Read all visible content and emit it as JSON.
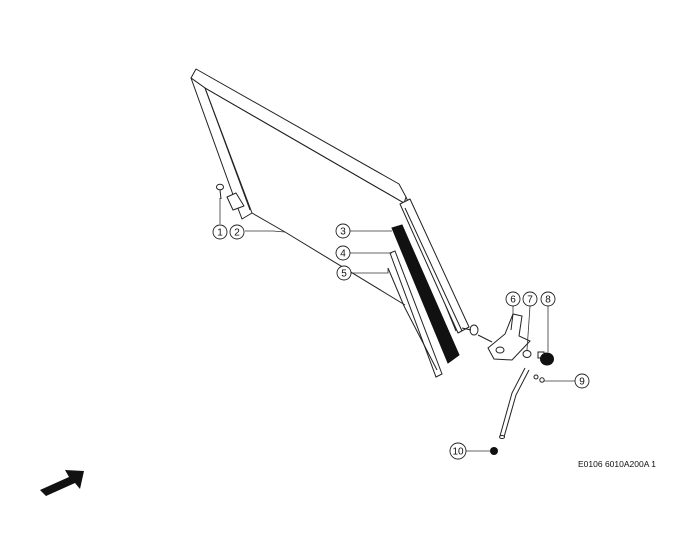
{
  "diagram": {
    "reference_code": "E0106 6010A200A 1",
    "callouts": [
      {
        "id": "callout-1",
        "number": "1"
      },
      {
        "id": "callout-2",
        "number": "2"
      },
      {
        "id": "callout-3",
        "number": "3"
      },
      {
        "id": "callout-4",
        "number": "4"
      },
      {
        "id": "callout-5",
        "number": "5"
      },
      {
        "id": "callout-6",
        "number": "6"
      },
      {
        "id": "callout-7",
        "number": "7"
      },
      {
        "id": "callout-8",
        "number": "8"
      },
      {
        "id": "callout-9",
        "number": "9"
      },
      {
        "id": "callout-10",
        "number": "10"
      }
    ],
    "icons": {
      "direction_arrow": "arrow-up-right-icon"
    }
  }
}
